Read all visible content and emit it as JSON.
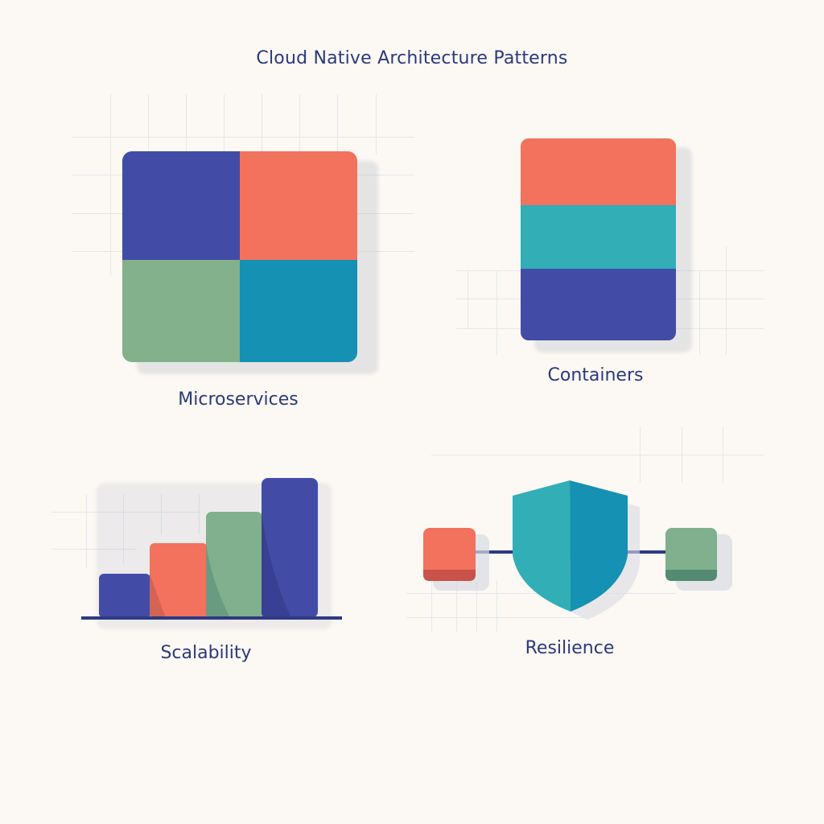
{
  "title": "Cloud Native Architecture Patterns",
  "palette": {
    "background": "#fcf8f3",
    "indigo": "#424ca7",
    "coral": "#f2725d",
    "green": "#80b08d",
    "teal": "#1491b3",
    "cyan": "#31aeb6",
    "text": "#2b3a7c",
    "grid": "#e2e8f0"
  },
  "panels": [
    {
      "id": "microservices",
      "label": "Microservices",
      "icon": "four-quadrant-grid-icon",
      "quadrants": [
        "indigo",
        "coral",
        "green",
        "teal"
      ]
    },
    {
      "id": "containers",
      "label": "Containers",
      "icon": "stacked-layers-icon",
      "layers": [
        "coral",
        "cyan",
        "indigo"
      ]
    },
    {
      "id": "scalability",
      "label": "Scalability",
      "icon": "ascending-bars-icon",
      "bars": [
        {
          "color": "indigo",
          "relative_height": 1
        },
        {
          "color": "coral",
          "relative_height": 1.7
        },
        {
          "color": "green",
          "relative_height": 2.4
        },
        {
          "color": "indigo",
          "relative_height": 3.2
        }
      ]
    },
    {
      "id": "resilience",
      "label": "Resilience",
      "icon": "shield-with-nodes-icon",
      "nodes": [
        "coral",
        "green"
      ]
    }
  ]
}
